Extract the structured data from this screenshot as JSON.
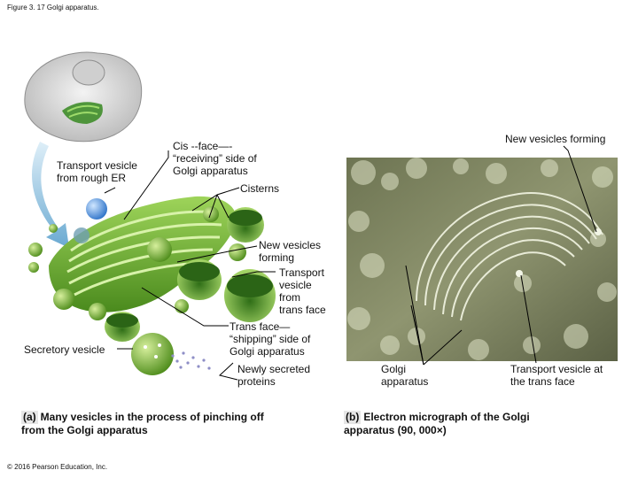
{
  "figure_title": "Figure 3. 17 Golgi apparatus.",
  "copyright": "© 2016 Pearson Education, Inc.",
  "panel_a": {
    "badge": "(a)",
    "caption": "Many vesicles in the process of pinching off\nfrom the Golgi apparatus",
    "labels": {
      "transport_vesicle_er": "Transport vesicle\nfrom rough ER",
      "cis_face": "Cis --face—-\n“receiving” side of\nGolgi apparatus",
      "cisterns": "Cisterns",
      "new_vesicles": "New vesicles\nforming",
      "transport_trans": "Transport\nvesicle\nfrom\ntrans face",
      "trans_face": "Trans face—\n“shipping” side of\nGolgi apparatus",
      "secretory_vesicle": "Secretory vesicle",
      "secreted_proteins": "Newly secreted\nproteins"
    }
  },
  "panel_b": {
    "badge": "(b)",
    "caption": "Electron micrograph of the Golgi\napparatus (90, 000×)",
    "labels": {
      "new_vesicles": "New vesicles forming",
      "golgi": "Golgi\napparatus",
      "transport_trans": "Transport vesicle at\nthe trans face"
    }
  }
}
